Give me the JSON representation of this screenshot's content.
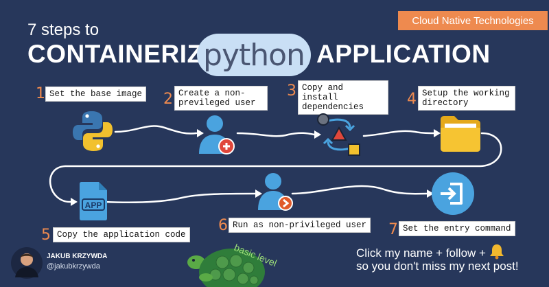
{
  "badge": "Cloud Native Technologies",
  "title": {
    "intro": "7 steps to",
    "left": "CONTAINERIZE",
    "logo_word": "python",
    "right": "APPLICATION"
  },
  "steps": [
    {
      "num": "1",
      "label_lines": [
        "Set the base image"
      ],
      "icon": "python-logo-icon"
    },
    {
      "num": "2",
      "label_lines": [
        "Create a non-",
        "previleged user"
      ],
      "icon": "add-user-icon"
    },
    {
      "num": "3",
      "label_lines": [
        "Copy and install",
        "dependencies"
      ],
      "icon": "dependencies-icon"
    },
    {
      "num": "4",
      "label_lines": [
        "Setup the working",
        "directory"
      ],
      "icon": "folder-icon"
    },
    {
      "num": "5",
      "label_lines": [
        "Copy the application code"
      ],
      "icon": "app-file-icon"
    },
    {
      "num": "6",
      "label_lines": [
        "Run as non-privileged user"
      ],
      "icon": "run-user-icon"
    },
    {
      "num": "7",
      "label_lines": [
        "Set the entry command"
      ],
      "icon": "entry-icon"
    }
  ],
  "author": {
    "name": "JAKUB KRZYWDA",
    "handle": "@jakubkrzywda"
  },
  "level": "basic level",
  "cta": {
    "line1": "Click my name + follow +",
    "line2": "so you don't miss my next post!",
    "icon": "bell-icon"
  },
  "colors": {
    "background": "#27375b",
    "accent": "#ee8a4f",
    "pill": "#c9dff5",
    "icon_blue": "#4aa3df"
  }
}
